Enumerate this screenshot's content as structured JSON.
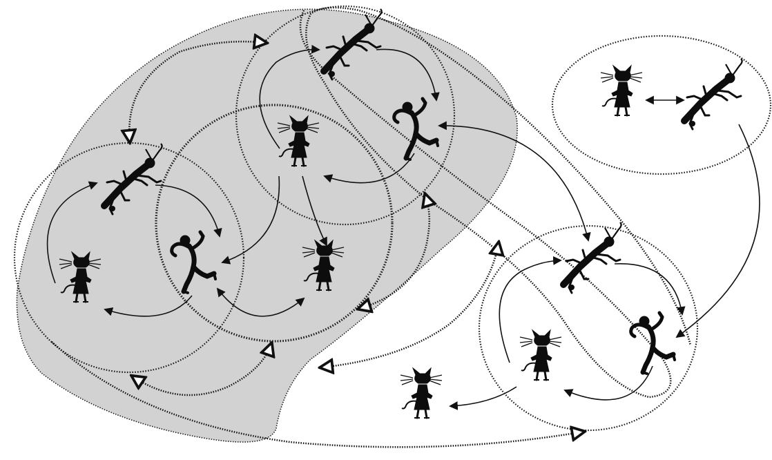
{
  "diagram": {
    "colors": {
      "background": "#ffffff",
      "outer_region": "#d2d2d2",
      "inner_circle": "#e9e9e9",
      "outline": "#1a1a1a",
      "figure": "#0d0d0d"
    },
    "groups": [
      {
        "id": "group-left",
        "members": [
          "ant-figure",
          "dancer-figure",
          "cat-figure"
        ]
      },
      {
        "id": "group-top",
        "members": [
          "ant-figure",
          "dancer-figure",
          "cat-figure"
        ]
      },
      {
        "id": "group-middle",
        "members": [
          "cat-figure"
        ]
      },
      {
        "id": "group-top-right",
        "members": [
          "cat-figure",
          "ant-figure"
        ]
      },
      {
        "id": "group-bottom-right",
        "members": [
          "ant-figure",
          "dancer-figure",
          "cat-figure"
        ]
      }
    ],
    "figure_icons": [
      "ant-figure",
      "dancer-figure",
      "cat-figure"
    ],
    "edge_styles": [
      "solid-arrow",
      "dotted-hollow-arrow",
      "double-headed-arrow"
    ]
  }
}
